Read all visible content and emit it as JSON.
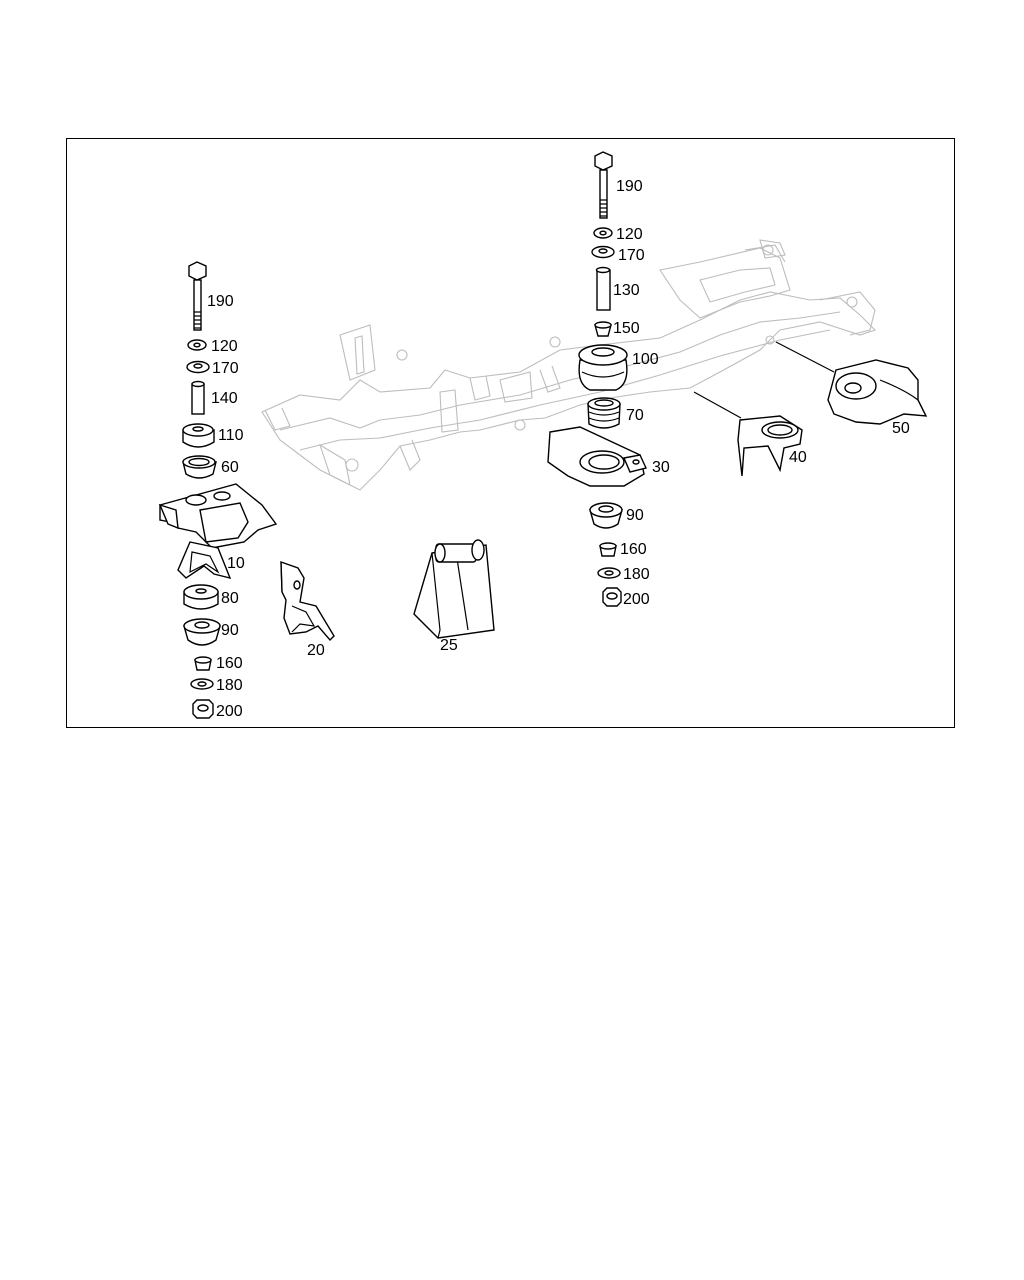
{
  "diagram": {
    "labels": {
      "l190a": "190",
      "l120a": "120",
      "l170a": "170",
      "l140": "140",
      "l110": "110",
      "l60": "60",
      "l10": "10",
      "l80": "80",
      "l90a": "90",
      "l160a": "160",
      "l180a": "180",
      "l200a": "200",
      "l20": "20",
      "l25": "25",
      "l190b": "190",
      "l120b": "120",
      "l170b": "170",
      "l130": "130",
      "l150": "150",
      "l100": "100",
      "l70": "70",
      "l30": "30",
      "l90b": "90",
      "l160b": "160",
      "l180b": "180",
      "l200b": "200",
      "l40": "40",
      "l50": "50"
    }
  }
}
